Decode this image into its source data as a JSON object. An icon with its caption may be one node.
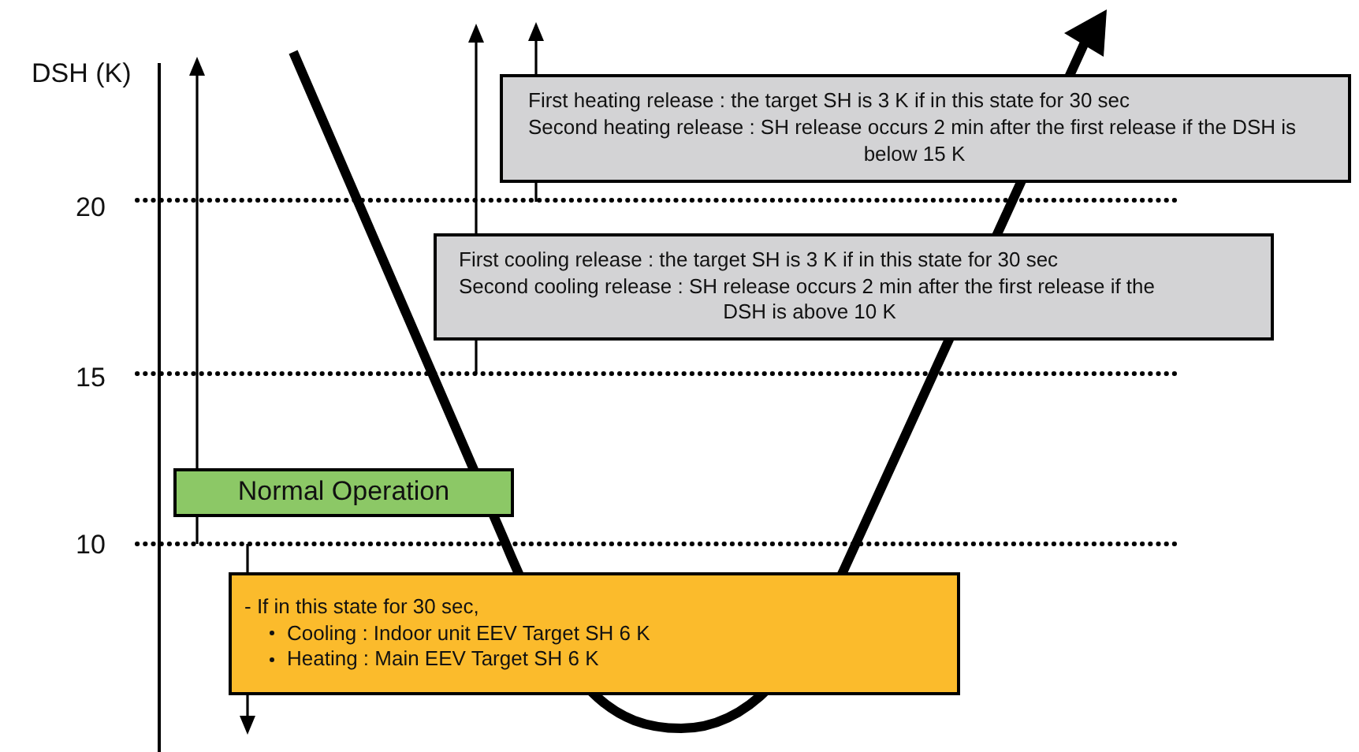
{
  "diagram": {
    "nodes": [
      {
        "text": [
          "First heating release : the target SH is 3 K if in this state for 30 sec",
          "Second heating release : SH release occurs 2 min after the first release if the DSH is below 15 K"
        ]
      },
      {
        "text": [
          "First cooling release : the target SH is 3 K if in this state for 30 sec",
          "Second cooling release : SH release occurs 2 min after the first release if the DSH is above 10 K"
        ]
      },
      {
        "text": [
          "Normal Operation"
        ]
      },
      {
        "text": [
          "- If in this state for 30 sec,",
          "Cooling : Indoor unit EEV Target SH 6 K",
          "Heating : Main EEV Target SH 6 K"
        ]
      }
    ],
    "labels": [
      "DSH (K)",
      "20",
      "15",
      "10"
    ]
  }
}
